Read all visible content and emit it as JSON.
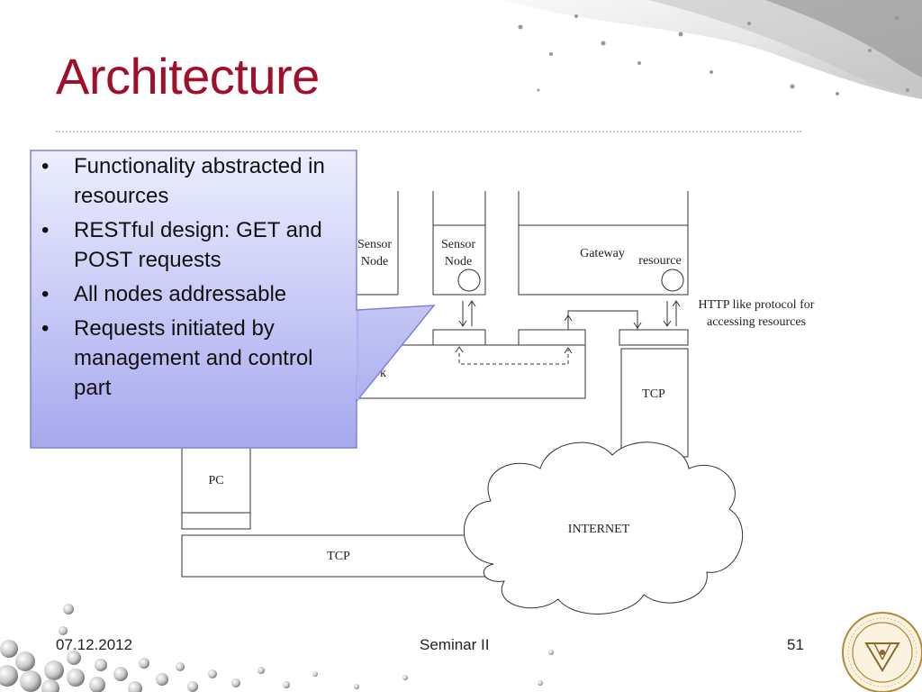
{
  "slide": {
    "title": "Architecture",
    "bullets": [
      "Functionality abstracted in resources",
      "RESTful design: GET and POST requests",
      "All nodes addressable",
      "Requests initiated by management and control part"
    ]
  },
  "diagram": {
    "sensor_node_left": [
      "Sensor",
      "Node"
    ],
    "sensor_node_right": [
      "Sensor",
      "Node"
    ],
    "gateway": "Gateway",
    "resource": "resource",
    "http_note": [
      "HTTP like protocol for",
      "accessing resources"
    ],
    "partial_label": "k",
    "tcp_gateway": "TCP",
    "pc": "PC",
    "tcp_bottom": "TCP",
    "internet": "INTERNET"
  },
  "footer": {
    "date": "07.12.2012",
    "center": "Seminar II",
    "page": "51"
  },
  "colors": {
    "title": "#a0102a",
    "callout_fill_top": "#eceefe",
    "callout_fill_bottom": "#a6a8ee",
    "callout_border": "#7f82d8"
  }
}
